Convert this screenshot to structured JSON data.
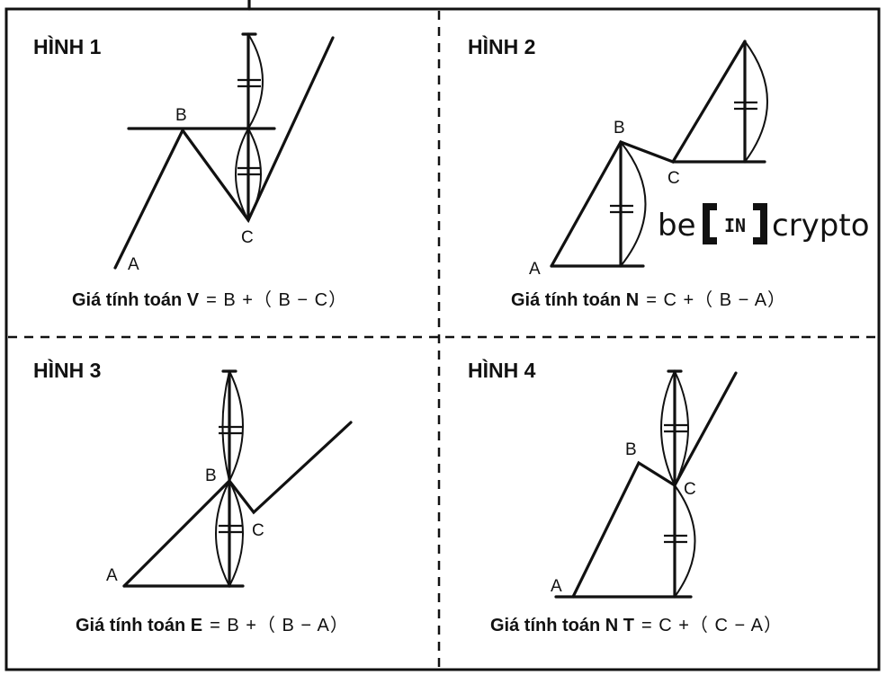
{
  "panels": [
    {
      "title": "HÌNH 1",
      "points": [
        "A",
        "B",
        "C"
      ],
      "formula_label": "Giá tính toán V",
      "formula_expr": "= B +（ B − C）"
    },
    {
      "title": "HÌNH 2",
      "points": [
        "A",
        "B",
        "C"
      ],
      "formula_label": "Giá tính toán N",
      "formula_expr": "= C +（ B − A）"
    },
    {
      "title": "HÌNH 3",
      "points": [
        "A",
        "B",
        "C"
      ],
      "formula_label": "Giá tính toán E",
      "formula_expr": "= B +（ B − A）"
    },
    {
      "title": "HÌNH 4",
      "points": [
        "A",
        "B",
        "C"
      ],
      "formula_label": "Giá tính toán N T",
      "formula_expr": "= C +（ C − A）"
    }
  ],
  "logo": {
    "left": "be",
    "mid": "IN",
    "right": "crypto"
  }
}
